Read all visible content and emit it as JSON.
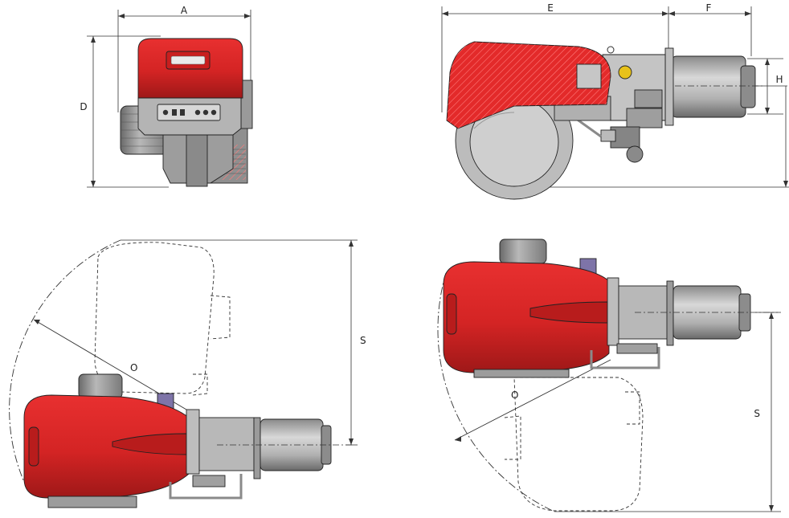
{
  "colors": {
    "housing_red": "#d42424",
    "housing_dark_red": "#9e1818",
    "metal_grey": "#a8a8a8",
    "metal_light": "#cfcfcf",
    "metal_dark": "#6f6f6f",
    "accent_yellow": "#e8c21a",
    "pump_purple": "#7e74a8"
  },
  "labels": {
    "front_width": "A",
    "front_height": "D",
    "side_length": "E",
    "head_length": "F",
    "head_offset": "H",
    "rotation_radius_left": "O",
    "rotation_stroke_left": "S",
    "rotation_radius_right": "O",
    "rotation_stroke_right": "S"
  }
}
